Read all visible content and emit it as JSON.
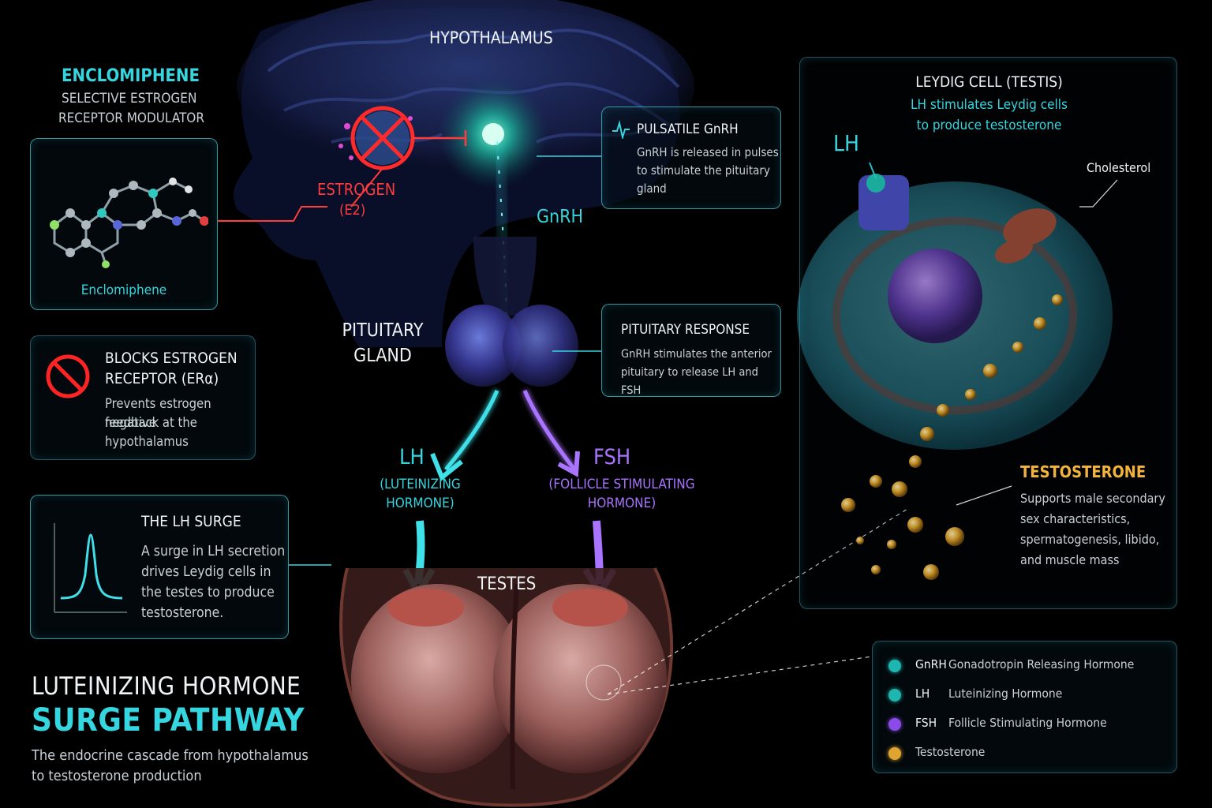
{
  "labels": {
    "hypothalamus": "HYPOTHALAMUS",
    "estrogen_1": "ESTROGEN",
    "estrogen_2": "(E2)",
    "gnrh_stream": "GnRH",
    "pituitary_1": "PITUITARY",
    "pituitary_2": "GLAND",
    "lh": "LH",
    "lh_full_1": "(LUTEINIZING",
    "lh_full_2": "HORMONE)",
    "fsh": "FSH",
    "fsh_full_1": "(FOLLICLE STIMULATING",
    "fsh_full_2": "HORMONE)",
    "testes": "TESTES"
  },
  "enclomiphene": {
    "title": "ENCLOMIPHENE",
    "subtitle_1": "SELECTIVE ESTROGEN",
    "subtitle_2": "RECEPTOR MODULATOR",
    "molecule_label": "Enclomiphene"
  },
  "blocks_card": {
    "title_1": "BLOCKS ESTROGEN",
    "title_2": "RECEPTOR (ERα)",
    "body_1": "Prevents estrogen negative",
    "body_2": "feedback at the",
    "body_3": "hypothalamus"
  },
  "lh_surge_card": {
    "title": "THE LH SURGE",
    "body_1": "A surge in LH secretion",
    "body_2": "drives Leydig cells in",
    "body_3": "the testes to produce",
    "body_4": "testosterone."
  },
  "pulsatile_card": {
    "title": "PULSATILE GnRH",
    "body_1": "GnRH is released in pulses",
    "body_2": "to stimulate the pituitary",
    "body_3": "gland"
  },
  "pituitary_card": {
    "title": "PITUITARY RESPONSE",
    "body_1": "GnRH stimulates the anterior",
    "body_2": "pituitary to release LH and FSH"
  },
  "leydig_panel": {
    "title": "LEYDIG CELL (TESTIS)",
    "subtitle_1": "LH stimulates Leydig cells",
    "subtitle_2": "to produce testosterone",
    "lh_label": "LH",
    "cholesterol": "Cholesterol"
  },
  "testosterone": {
    "title": "TESTOSTERONE",
    "body_1": "Supports male secondary",
    "body_2": "sex characteristics,",
    "body_3": "spermatogenesis, libido,",
    "body_4": "and muscle mass"
  },
  "title_block": {
    "line_1": "LUTEINIZING HORMONE",
    "line_2": "SURGE PATHWAY",
    "sub_1": "The endocrine cascade from hypothalamus",
    "sub_2": "to testosterone production"
  },
  "legend": [
    {
      "abbr": "GnRH",
      "name": "Gonadotropin Releasing Hormone",
      "color": "#1fb5b0"
    },
    {
      "abbr": "LH",
      "name": "Luteinizing Hormone",
      "color": "#1fb5b0"
    },
    {
      "abbr": "FSH",
      "name": "Follicle Stimulating Hormone",
      "color": "#8a4be8"
    },
    {
      "abbr": "",
      "name": "Testosterone",
      "color": "#e0a531"
    }
  ],
  "colors": {
    "cyan": "#35d6df",
    "purple": "#a974ff",
    "red": "#ff3b3b",
    "gold": "#f2b43b"
  },
  "icons": [
    "block-icon",
    "pulse-icon",
    "surge-curve-icon",
    "molecule-icon",
    "receptor-icon"
  ]
}
